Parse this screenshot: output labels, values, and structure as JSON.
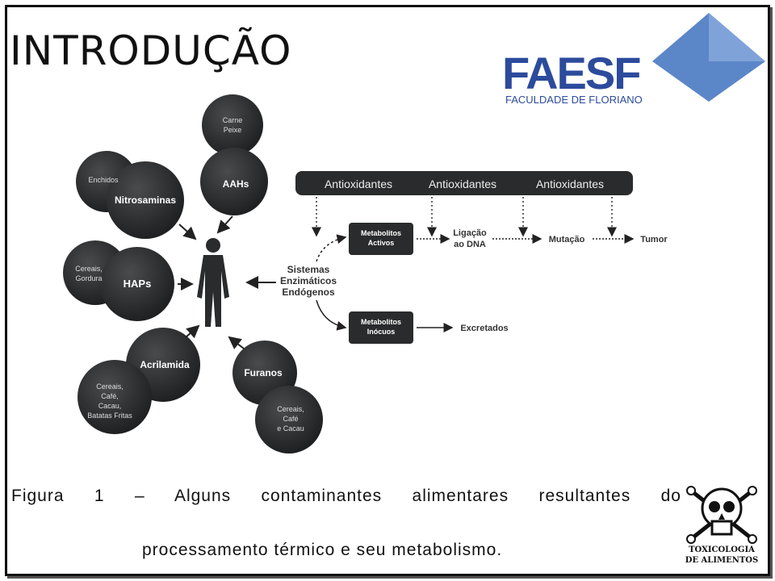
{
  "slide": {
    "title": "INTRODUÇÃO",
    "caption_line1": "Figura 1 – Alguns contaminantes alimentares resultantes do",
    "caption_line2": "processamento térmico e seu metabolismo."
  },
  "logo": {
    "brand": "FAESF",
    "subtitle": "FACULDADE DE FLORIANO",
    "brand_color": "#2c4b9c",
    "diamond_color": "#5b86c8"
  },
  "skull_badge": {
    "line1": "TOXICOLOGIA",
    "line2": "DE ALIMENTOS",
    "icon": "skull-crossbones-icon"
  },
  "diagram": {
    "contaminants": [
      {
        "name": "AAHs",
        "sources": [
          "Carne",
          "Peixe"
        ]
      },
      {
        "name": "Nitrosaminas",
        "sources": [
          "Enchidos"
        ]
      },
      {
        "name": "HAPs",
        "sources": [
          "Cereais,",
          "Gordura"
        ]
      },
      {
        "name": "Acrilamida",
        "sources": [
          "Cereais,",
          "Café,",
          "Cacau,",
          "Batatas Fritas"
        ]
      },
      {
        "name": "Furanos",
        "sources": [
          "Cereais,",
          "Café",
          "e Cacau"
        ]
      }
    ],
    "systems_label": [
      "Sistemas",
      "Enzimáticos",
      "Endógenos"
    ],
    "antioxidants": [
      "Antioxidantes",
      "Antioxidantes",
      "Antioxidantes"
    ],
    "active_metabolites": [
      "Metabolitos",
      "Activos"
    ],
    "innocuous_metabolites": [
      "Metabolitos",
      "Inócuos"
    ],
    "dna_binding": [
      "Ligação",
      "ao DNA"
    ],
    "mutation": "Mutação",
    "tumor": "Tumor",
    "excreted": "Excretados",
    "bubble_color": "#2a2b2c"
  }
}
